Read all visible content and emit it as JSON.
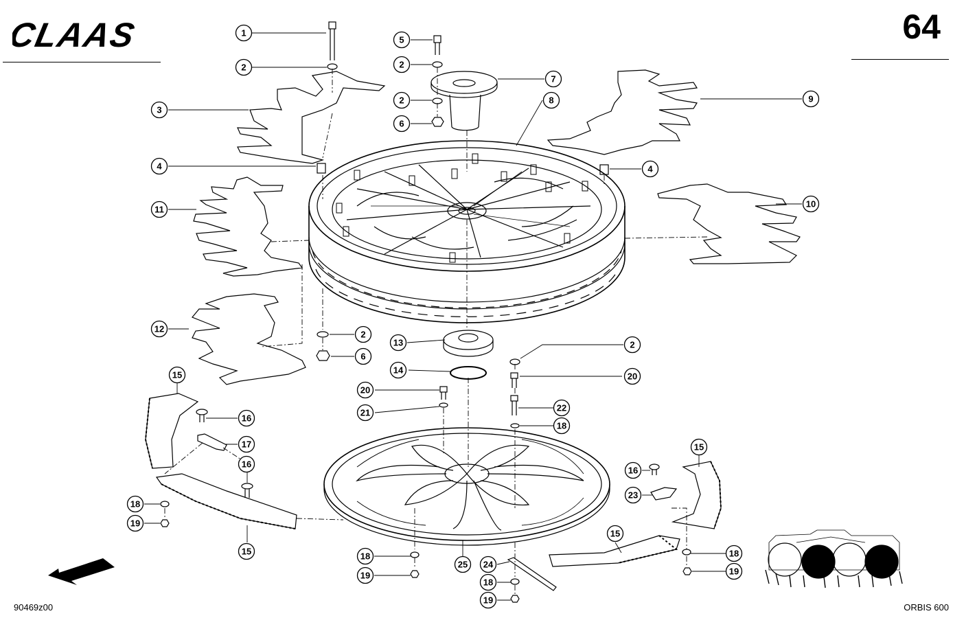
{
  "header": {
    "brand": "CLAAS",
    "page_number": "64"
  },
  "footer": {
    "drawing_code": "90469z00",
    "model": "ORBIS 600"
  },
  "callouts": [
    {
      "id": "c-1",
      "label": "1"
    },
    {
      "id": "c-2a",
      "label": "2"
    },
    {
      "id": "c-3",
      "label": "3"
    },
    {
      "id": "c-4a",
      "label": "4"
    },
    {
      "id": "c-5",
      "label": "5"
    },
    {
      "id": "c-2b",
      "label": "2"
    },
    {
      "id": "c-7",
      "label": "7"
    },
    {
      "id": "c-2c",
      "label": "2"
    },
    {
      "id": "c-8",
      "label": "8"
    },
    {
      "id": "c-6a",
      "label": "6"
    },
    {
      "id": "c-9",
      "label": "9"
    },
    {
      "id": "c-4b",
      "label": "4"
    },
    {
      "id": "c-10",
      "label": "10"
    },
    {
      "id": "c-11",
      "label": "11"
    },
    {
      "id": "c-12",
      "label": "12"
    },
    {
      "id": "c-2d",
      "label": "2"
    },
    {
      "id": "c-6b",
      "label": "6"
    },
    {
      "id": "c-13",
      "label": "13"
    },
    {
      "id": "c-2e",
      "label": "2"
    },
    {
      "id": "c-14",
      "label": "14"
    },
    {
      "id": "c-20a",
      "label": "20"
    },
    {
      "id": "c-20b",
      "label": "20"
    },
    {
      "id": "c-21",
      "label": "21"
    },
    {
      "id": "c-22",
      "label": "22"
    },
    {
      "id": "c-18a",
      "label": "18"
    },
    {
      "id": "c-15a",
      "label": "15"
    },
    {
      "id": "c-16a",
      "label": "16"
    },
    {
      "id": "c-17",
      "label": "17"
    },
    {
      "id": "c-16b",
      "label": "16"
    },
    {
      "id": "c-18b",
      "label": "18"
    },
    {
      "id": "c-19a",
      "label": "19"
    },
    {
      "id": "c-15b",
      "label": "15"
    },
    {
      "id": "c-15c",
      "label": "15"
    },
    {
      "id": "c-16c",
      "label": "16"
    },
    {
      "id": "c-23",
      "label": "23"
    },
    {
      "id": "c-15d",
      "label": "15"
    },
    {
      "id": "c-18c",
      "label": "18"
    },
    {
      "id": "c-19b",
      "label": "19"
    },
    {
      "id": "c-18d",
      "label": "18"
    },
    {
      "id": "c-19c",
      "label": "19"
    },
    {
      "id": "c-25",
      "label": "25"
    },
    {
      "id": "c-24",
      "label": "24"
    },
    {
      "id": "c-18e",
      "label": "18"
    },
    {
      "id": "c-19d",
      "label": "19"
    }
  ]
}
